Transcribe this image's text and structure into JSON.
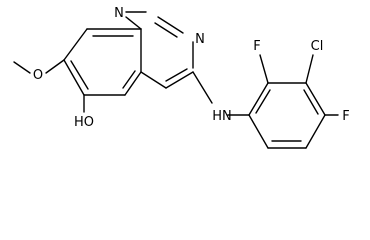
{
  "molecule": {
    "atoms": {
      "n1": "N",
      "n3": "N",
      "o_methoxy": "O",
      "oh": "HO",
      "nh": "HN",
      "f_left": "F",
      "cl": "Cl",
      "f_right": "F"
    }
  },
  "colors": {
    "bond": "#000000",
    "text": "#000000",
    "background": "#ffffff"
  }
}
